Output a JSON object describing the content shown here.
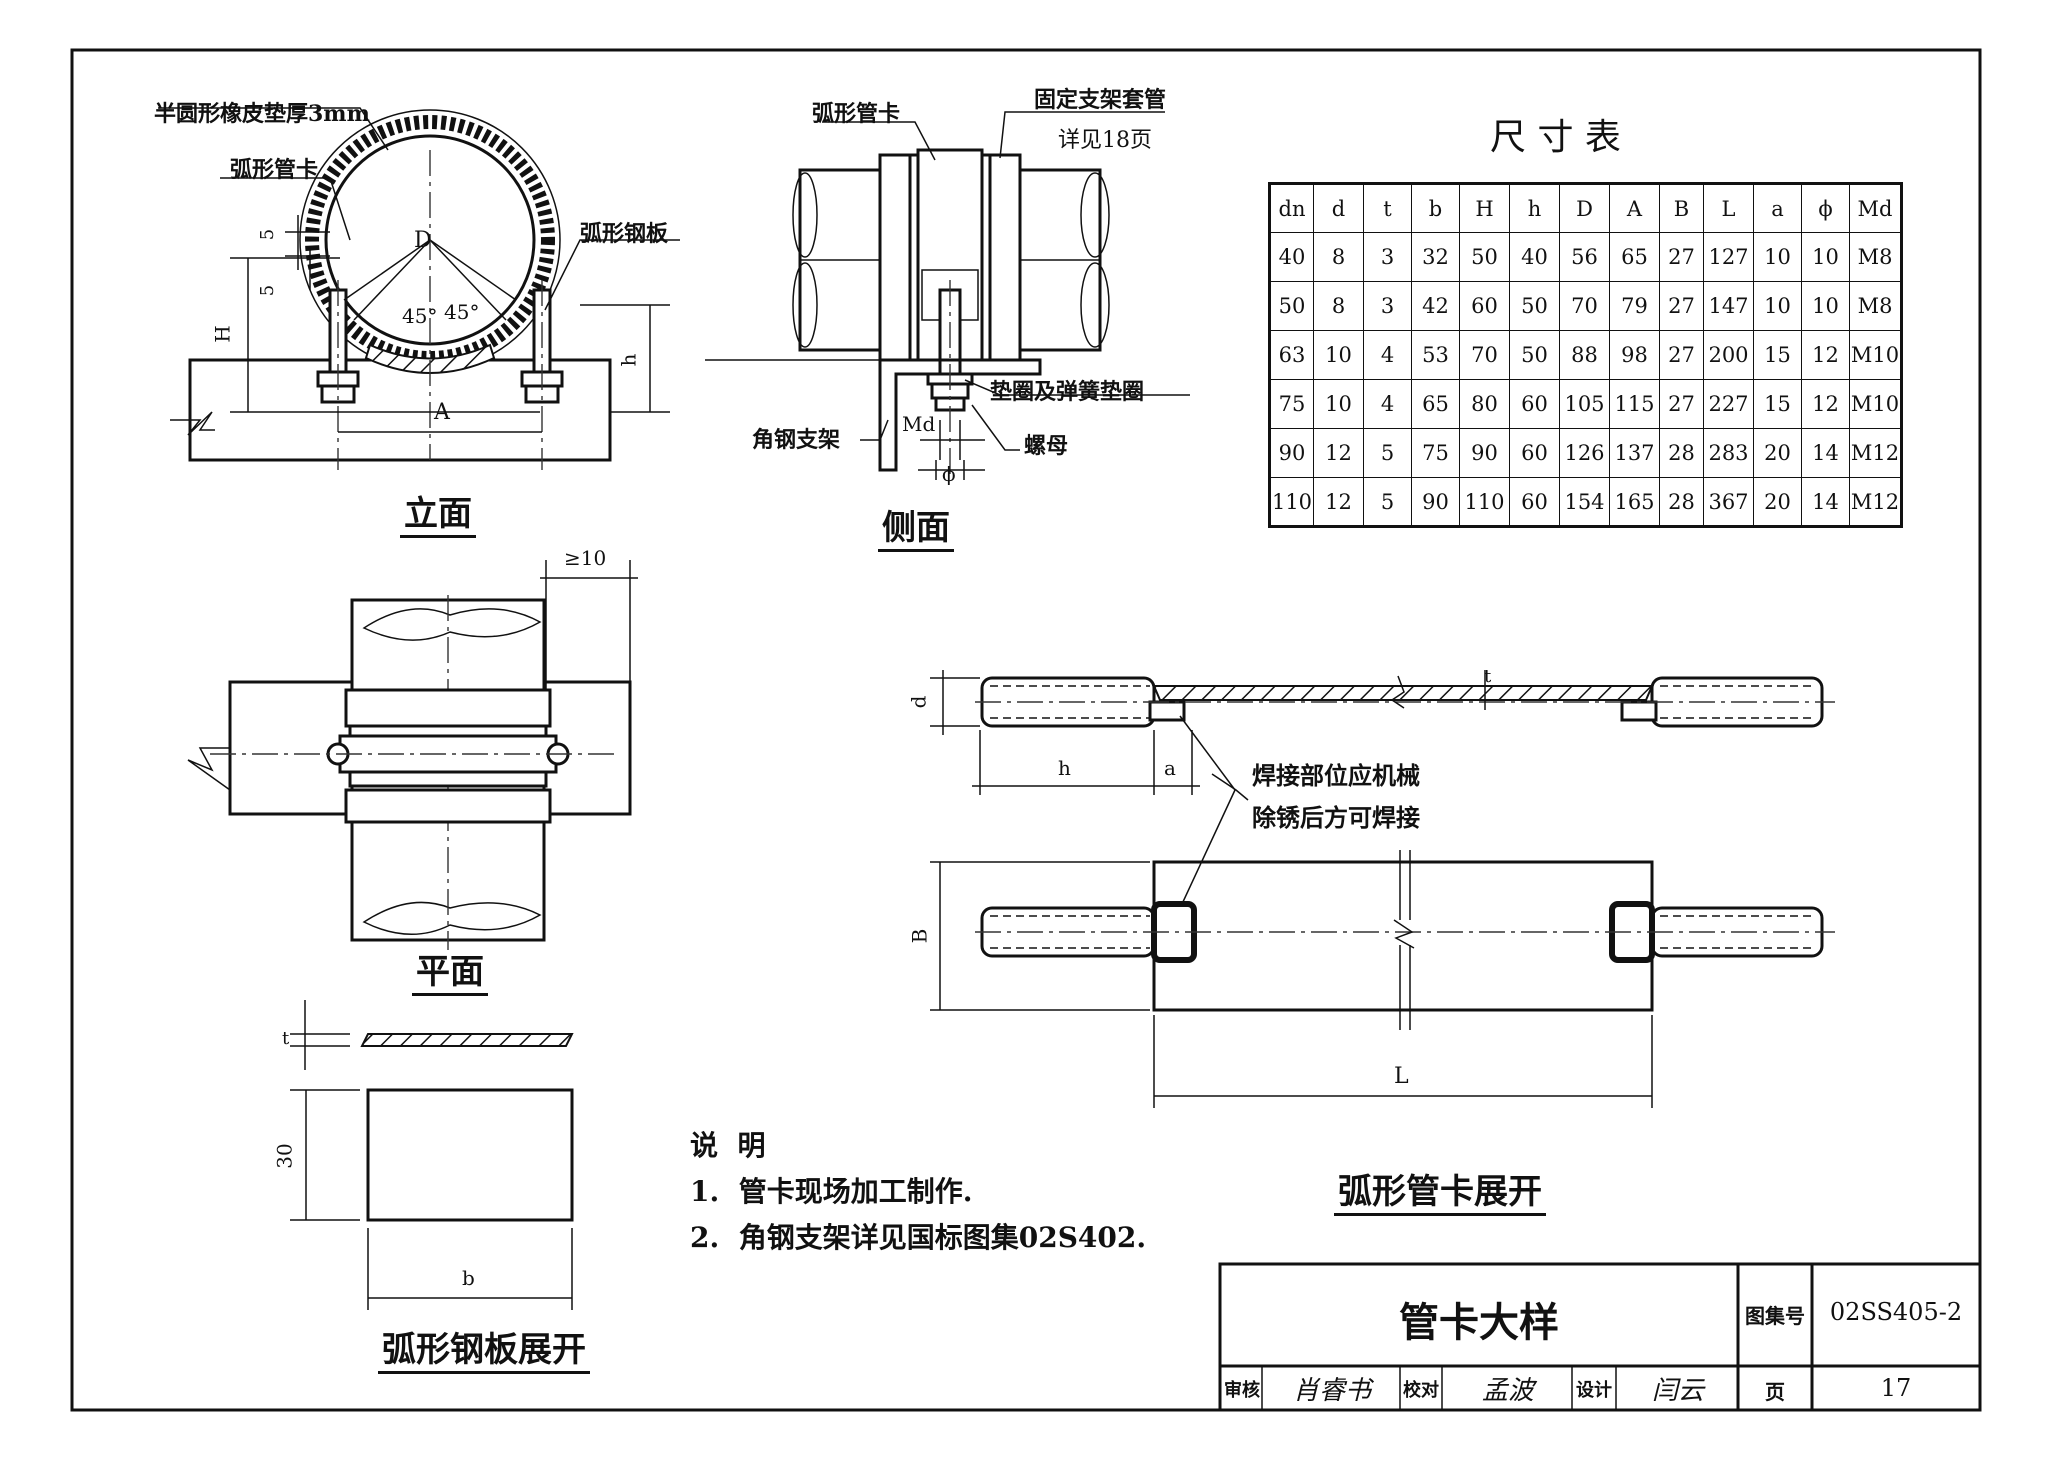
{
  "views": {
    "elevation": {
      "title": "立面",
      "label_rubber": "半圆形橡皮垫厚3mm",
      "label_clamp": "弧形管卡",
      "label_plate": "弧形钢板",
      "dim_D": "D",
      "dim_H": "H",
      "dim_h": "h",
      "dim_A": "A",
      "dim_5a": "5",
      "dim_5b": "5",
      "angle_left": "45°",
      "angle_right": "45°"
    },
    "side": {
      "title": "侧面",
      "label_clamp": "弧形管卡",
      "label_sleeve_1": "固定支架套管",
      "label_sleeve_2": "详见18页",
      "label_washer": "垫圈及弹簧垫圈",
      "label_angle": "角钢支架",
      "label_nut": "螺母",
      "dim_Md": "Md",
      "dim_phi": "ϕ"
    },
    "plan": {
      "title": "平面",
      "dim_gap": "≥10"
    },
    "plate_unfold": {
      "title": "弧形钢板展开",
      "dim_t": "t",
      "dim_30": "30",
      "dim_b": "b"
    },
    "clamp_unfold": {
      "title": "弧形管卡展开",
      "dim_d": "d",
      "dim_h": "h",
      "dim_a": "a",
      "dim_t": "t",
      "dim_B": "B",
      "dim_L": "L",
      "weld_note_1": "焊接部位应机械",
      "weld_note_2": "除锈后方可焊接"
    }
  },
  "dimension_table": {
    "title": "尺 寸 表",
    "headers": [
      "dn",
      "d",
      "t",
      "b",
      "H",
      "h",
      "D",
      "A",
      "B",
      "L",
      "a",
      "ϕ",
      "Md"
    ],
    "rows": [
      [
        "40",
        "8",
        "3",
        "32",
        "50",
        "40",
        "56",
        "65",
        "27",
        "127",
        "10",
        "10",
        "M8"
      ],
      [
        "50",
        "8",
        "3",
        "42",
        "60",
        "50",
        "70",
        "79",
        "27",
        "147",
        "10",
        "10",
        "M8"
      ],
      [
        "63",
        "10",
        "4",
        "53",
        "70",
        "50",
        "88",
        "98",
        "27",
        "200",
        "15",
        "12",
        "M10"
      ],
      [
        "75",
        "10",
        "4",
        "65",
        "80",
        "60",
        "105",
        "115",
        "27",
        "227",
        "15",
        "12",
        "M10"
      ],
      [
        "90",
        "12",
        "5",
        "75",
        "90",
        "60",
        "126",
        "137",
        "28",
        "283",
        "20",
        "14",
        "M12"
      ],
      [
        "110",
        "12",
        "5",
        "90",
        "110",
        "60",
        "154",
        "165",
        "28",
        "367",
        "20",
        "14",
        "M12"
      ]
    ]
  },
  "notes": {
    "heading": "说  明",
    "items": [
      "1.  管卡现场加工制作.",
      "2.  角钢支架详见国标图集02S402."
    ]
  },
  "title_block": {
    "drawing_title": "管卡大样",
    "atlas_label": "图集号",
    "atlas_number": "02SS405-2",
    "review_label": "审核",
    "check_label": "校对",
    "design_label": "设计",
    "page_label": "页",
    "page_number": "17",
    "sig_review": "肖睿书",
    "sig_check": "孟波",
    "sig_design": "闫云"
  }
}
